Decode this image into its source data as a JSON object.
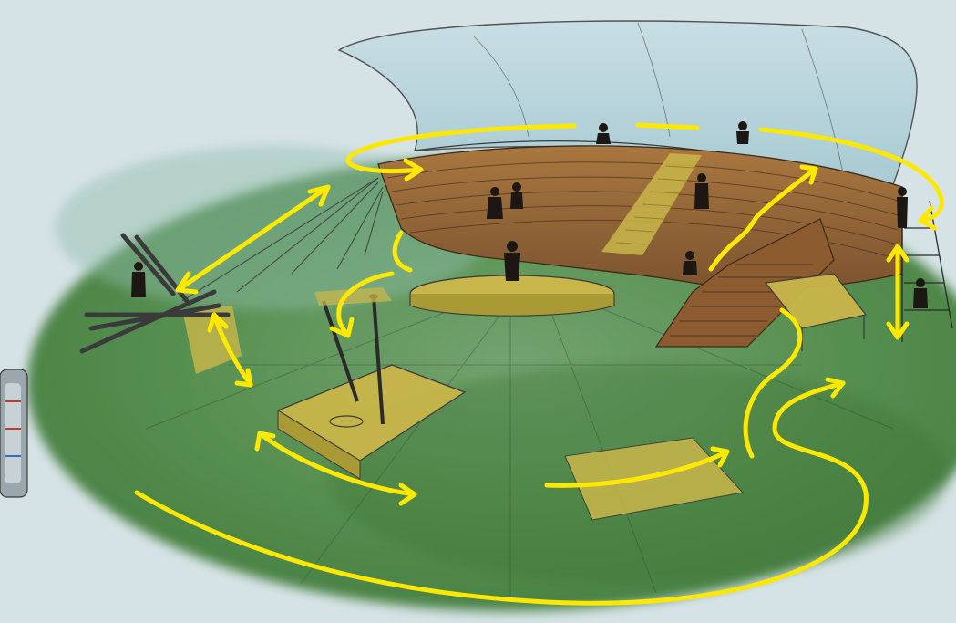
{
  "image": {
    "subject": "concept-sketch",
    "elements": [
      "canopy",
      "curved-tiered-seating",
      "central-circular-stage",
      "pole-platform",
      "sloped-ramp",
      "side-staircase",
      "ladder",
      "fallen-poles",
      "human-figures",
      "circulation-arrows"
    ],
    "colors": {
      "background": "#d6e3e6",
      "canopy": "#b7d4dc",
      "ground_light": "#7fae7a",
      "ground_dark": "#3f7a3a",
      "wood": "#9a6a3a",
      "wood_dark": "#6e4a25",
      "arrow": "#ffe800",
      "figure": "#1c1712",
      "platform": "#c9b64a",
      "pencil": "#3a3a3a"
    }
  }
}
